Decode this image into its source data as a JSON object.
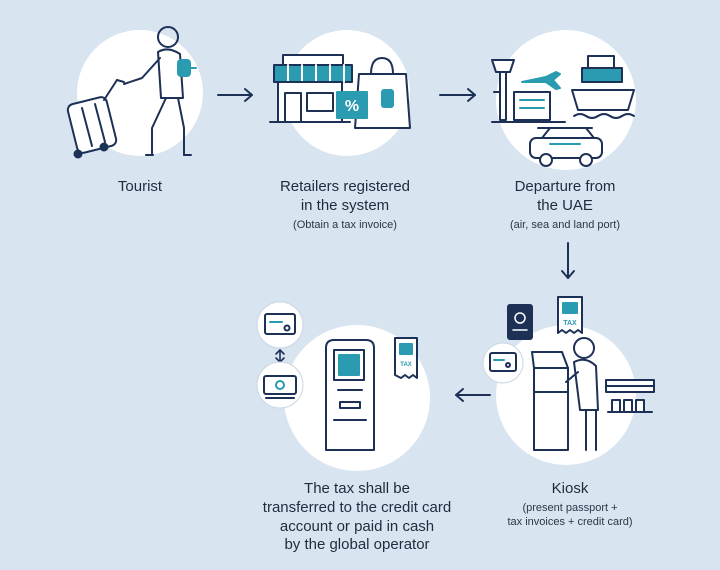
{
  "colors": {
    "background": "#d8e4f0",
    "circle": "#ffffff",
    "accent": "#2a9bb0",
    "ink": "#1d3157"
  },
  "steps": [
    {
      "id": "tourist",
      "icon": "tourist-with-suitcase-icon",
      "title": "Tourist"
    },
    {
      "id": "retailers",
      "icon": "shop-and-shopping-bag-icon",
      "title_lines": [
        "Retailers registered",
        "in the system"
      ],
      "subtitle": "(Obtain a tax invoice)"
    },
    {
      "id": "departure",
      "icon": "airport-ship-car-icon",
      "title_lines": [
        "Departure from",
        "the UAE"
      ],
      "subtitle": "(air, sea and land port)"
    },
    {
      "id": "kiosk",
      "icon": "person-at-kiosk-icon",
      "title": "Kiosk",
      "subtitle_lines": [
        "(present passport +",
        "tax invoices + credit card)"
      ]
    },
    {
      "id": "refund",
      "icon": "atm-refund-icon",
      "title_lines": [
        "The tax shall be",
        "transferred to the credit card",
        "account or paid in cash",
        "by the global operator"
      ]
    }
  ],
  "icon_text": {
    "tax_label": "TAX"
  },
  "flow": [
    "tourist>retailers",
    "retailers>departure",
    "departure>kiosk",
    "kiosk>refund"
  ]
}
